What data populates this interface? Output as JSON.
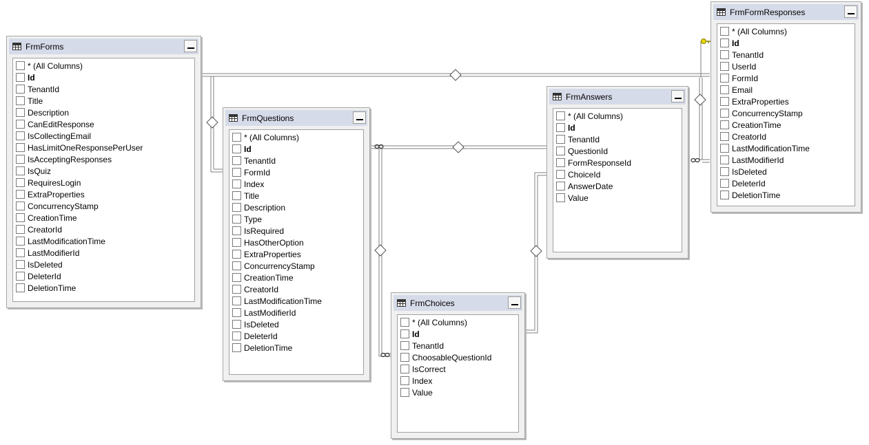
{
  "tables": {
    "frmforms": {
      "title": "FrmForms",
      "columns": [
        "* (All Columns)",
        "Id",
        "TenantId",
        "Title",
        "Description",
        "CanEditResponse",
        "IsCollectingEmail",
        "HasLimitOneResponsePerUser",
        "IsAcceptingResponses",
        "IsQuiz",
        "RequiresLogin",
        "ExtraProperties",
        "ConcurrencyStamp",
        "CreationTime",
        "CreatorId",
        "LastModificationTime",
        "LastModifierId",
        "IsDeleted",
        "DeleterId",
        "DeletionTime"
      ],
      "primary_key": "Id"
    },
    "frmquestions": {
      "title": "FrmQuestions",
      "columns": [
        "* (All Columns)",
        "Id",
        "TenantId",
        "FormId",
        "Index",
        "Title",
        "Description",
        "Type",
        "IsRequired",
        "HasOtherOption",
        "ExtraProperties",
        "ConcurrencyStamp",
        "CreationTime",
        "CreatorId",
        "LastModificationTime",
        "LastModifierId",
        "IsDeleted",
        "DeleterId",
        "DeletionTime"
      ],
      "primary_key": "Id"
    },
    "frmchoices": {
      "title": "FrmChoices",
      "columns": [
        "* (All Columns)",
        "Id",
        "TenantId",
        "ChoosableQuestionId",
        "IsCorrect",
        "Index",
        "Value"
      ],
      "primary_key": "Id"
    },
    "frmanswers": {
      "title": "FrmAnswers",
      "columns": [
        "* (All Columns)",
        "Id",
        "TenantId",
        "QuestionId",
        "FormResponseId",
        "ChoiceId",
        "AnswerDate",
        "Value"
      ],
      "primary_key": "Id"
    },
    "frmformresponses": {
      "title": "FrmFormResponses",
      "columns": [
        "* (All Columns)",
        "Id",
        "TenantId",
        "UserId",
        "FormId",
        "Email",
        "ExtraProperties",
        "ConcurrencyStamp",
        "CreationTime",
        "CreatorId",
        "LastModificationTime",
        "LastModifierId",
        "IsDeleted",
        "DeleterId",
        "DeletionTime"
      ],
      "primary_key": "Id"
    }
  },
  "colors": {
    "title_bar": "#d6dbe9",
    "table_border": "#a7a7a7",
    "connector": "#7f7f7f",
    "key_icon": "#e8d800"
  },
  "icons": {
    "table": "table-grid-icon",
    "minimize": "minimize-icon",
    "relationship": "relationship-diamond-icon",
    "infinity": "infinity-icon",
    "key": "key-icon"
  }
}
